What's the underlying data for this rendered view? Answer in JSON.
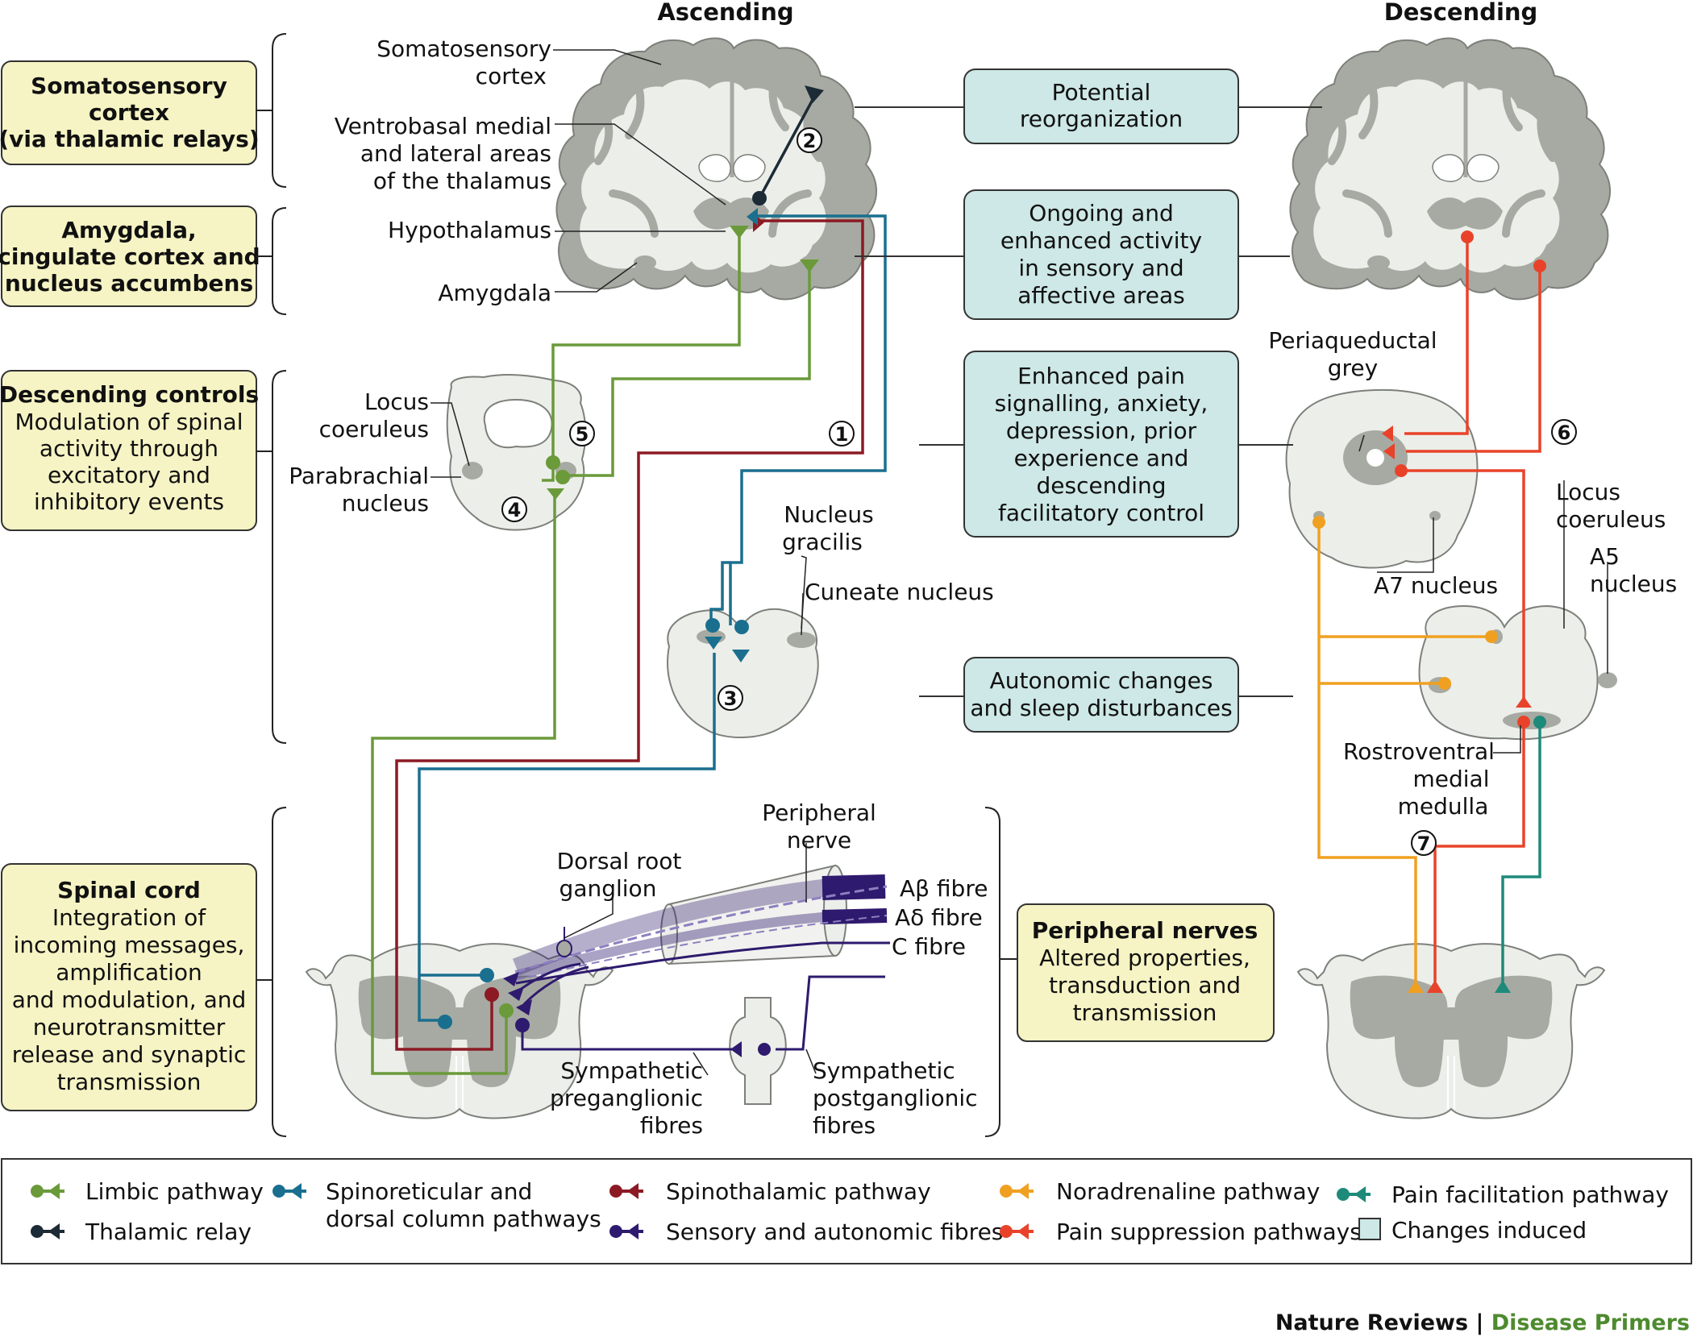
{
  "headers": {
    "ascending": "Ascending",
    "descending": "Descending"
  },
  "left_boxes": [
    {
      "title": [
        "Somatosensory",
        "cortex",
        "(via thalamic relays)"
      ],
      "body": []
    },
    {
      "title": [
        "Amygdala,",
        "cingulate cortex and",
        "nucleus accumbens"
      ],
      "body": []
    },
    {
      "title": [
        "Descending controls"
      ],
      "body": [
        "Modulation of spinal",
        "activity through",
        "excitatory and",
        "inhibitory events"
      ]
    },
    {
      "title": [
        "Spinal cord"
      ],
      "body": [
        "Integration of",
        "incoming messages,",
        "amplification",
        "and modulation, and",
        "neurotransmitter",
        "release and synaptic",
        "transmission"
      ]
    }
  ],
  "center_boxes": [
    {
      "lines": [
        "Potential",
        "reorganization"
      ]
    },
    {
      "lines": [
        "Ongoing and",
        "enhanced activity",
        "in sensory and",
        "affective areas"
      ]
    },
    {
      "lines": [
        "Enhanced pain",
        "signalling, anxiety,",
        "depression, prior",
        "experience and",
        "descending",
        "facilitatory control"
      ]
    },
    {
      "lines": [
        "Autonomic changes",
        "and sleep disturbances"
      ]
    }
  ],
  "peripheral_box": {
    "title": "Peripheral nerves",
    "body": [
      "Altered properties,",
      "transduction and",
      "transmission"
    ]
  },
  "labels": {
    "somatosensory_cortex": [
      "Somatosensory",
      "cortex"
    ],
    "thalamus": [
      "Ventrobasal medial",
      "and lateral areas",
      "of the thalamus"
    ],
    "hypothalamus": "Hypothalamus",
    "amygdala": "Amygdala",
    "locus_coeruleus_left": [
      "Locus",
      "coeruleus"
    ],
    "parabrachial": [
      "Parabrachial",
      "nucleus"
    ],
    "nucleus_gracilis": [
      "Nucleus",
      "gracilis"
    ],
    "cuneate": "Cuneate nucleus",
    "peripheral_nerve": [
      "Peripheral",
      "nerve"
    ],
    "drg": [
      "Dorsal root",
      "ganglion"
    ],
    "ab_fibre": "Aβ fibre",
    "ad_fibre": "Aδ fibre",
    "c_fibre": "C fibre",
    "symp_pre": [
      "Sympathetic",
      "preganglionic",
      "fibres"
    ],
    "symp_post": [
      "Sympathetic",
      "postganglionic",
      "fibres"
    ],
    "pag": [
      "Periaqueductal",
      "grey"
    ],
    "locus_coeruleus_right": [
      "Locus",
      "coeruleus"
    ],
    "a5": [
      "A5",
      "nucleus"
    ],
    "a7": "A7 nucleus",
    "rvm": [
      "Rostroventral",
      "medial",
      "medulla"
    ]
  },
  "numbers": [
    "1",
    "2",
    "3",
    "4",
    "5",
    "6",
    "7"
  ],
  "legend": [
    {
      "label": "Limbic pathway",
      "color": "#6a9a3a"
    },
    {
      "label": "Thalamic relay",
      "color": "#1c2b36"
    },
    {
      "label": "Spinoreticular and dorsal column pathways",
      "lines": [
        "Spinoreticular and",
        "dorsal column pathways"
      ],
      "color": "#1a6f8f"
    },
    {
      "label": "Spinothalamic pathway",
      "color": "#8b1a24"
    },
    {
      "label": "Sensory and autonomic fibres",
      "color": "#2e1a6e"
    },
    {
      "label": "Noradrenaline pathway",
      "color": "#f0a020"
    },
    {
      "label": "Pain suppression pathways",
      "color": "#e8432a"
    },
    {
      "label": "Pain facilitation pathway",
      "color": "#1e8a7a"
    },
    {
      "label": "Changes induced",
      "color": "#cde8e6"
    }
  ],
  "credit": {
    "journal": "Nature Reviews",
    "separator": " | ",
    "section": "Disease Primers",
    "journal_color": "#111111",
    "section_color": "#4e8a2e"
  },
  "colors": {
    "yellow_box": "#f6f4c4",
    "teal_box": "#cde8e6",
    "tissue_light": "#eceee9",
    "tissue_dark": "#a7aaa2"
  }
}
